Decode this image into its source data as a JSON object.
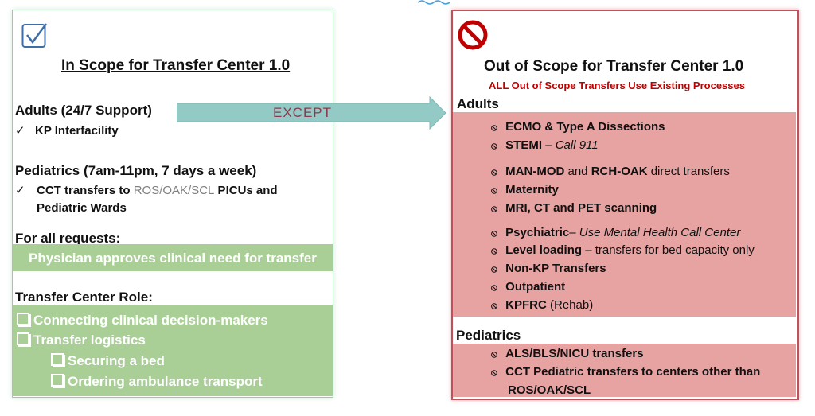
{
  "in_scope": {
    "title": "In Scope for Transfer Center 1.0",
    "adults_heading": "Adults (24/7 Support)",
    "adults_items": [
      "KP Interfacility"
    ],
    "peds_heading": "Pediatrics (7am-11pm, 7 days a  week)",
    "peds_item_prefix": "CCT transfers to ",
    "peds_item_sites": "ROS/OAK/SCL",
    "peds_item_suffix": " PICUs and",
    "peds_item_line2": "Pediatric Wards",
    "requests_heading": "For all requests:",
    "requests_note": "Physician approves clinical need for transfer",
    "role_heading": "Transfer Center Role:",
    "role_items": [
      "Connecting clinical decision-makers",
      "Transfer logistics",
      "Securing a bed",
      "Ordering ambulance transport"
    ]
  },
  "arrow_label": "EXCEPT",
  "out_scope": {
    "title": "Out of Scope for Transfer Center 1.0",
    "subtitle": "ALL Out of Scope Transfers Use Existing Processes",
    "adults_heading": "Adults",
    "adults_items": [
      {
        "bold": "ECMO & Type A Dissections",
        "rest": ""
      },
      {
        "bold": "STEMI",
        "rest": " – ",
        "italic": "Call 911"
      },
      {
        "bold": "MAN-MOD",
        "rest": " and ",
        "bold2": "RCH-OAK",
        "rest2": " direct transfers"
      },
      {
        "bold": "Maternity",
        "rest": ""
      },
      {
        "bold": "MRI, CT and PET scanning",
        "rest": ""
      },
      {
        "bold": "Psychiatric",
        "rest": "– ",
        "italic": "Use Mental Health Call Center"
      },
      {
        "bold": "Level loading",
        "rest": " – transfers for bed capacity only"
      },
      {
        "bold": "Non-KP Transfers",
        "rest": ""
      },
      {
        "bold": "Outpatient",
        "rest": ""
      },
      {
        "bold": "KPFRC",
        "rest": " (Rehab)"
      }
    ],
    "peds_heading": "Pediatrics",
    "peds_items": [
      "ALS/BLS/NICU transfers",
      "CCT Pediatric transfers to centers other than",
      "ROS/OAK/SCL"
    ]
  },
  "colors": {
    "green": "#a9cf97",
    "red_fill": "#e7a2a2",
    "red_text": "#c00000",
    "arrow": "#93cac6"
  }
}
